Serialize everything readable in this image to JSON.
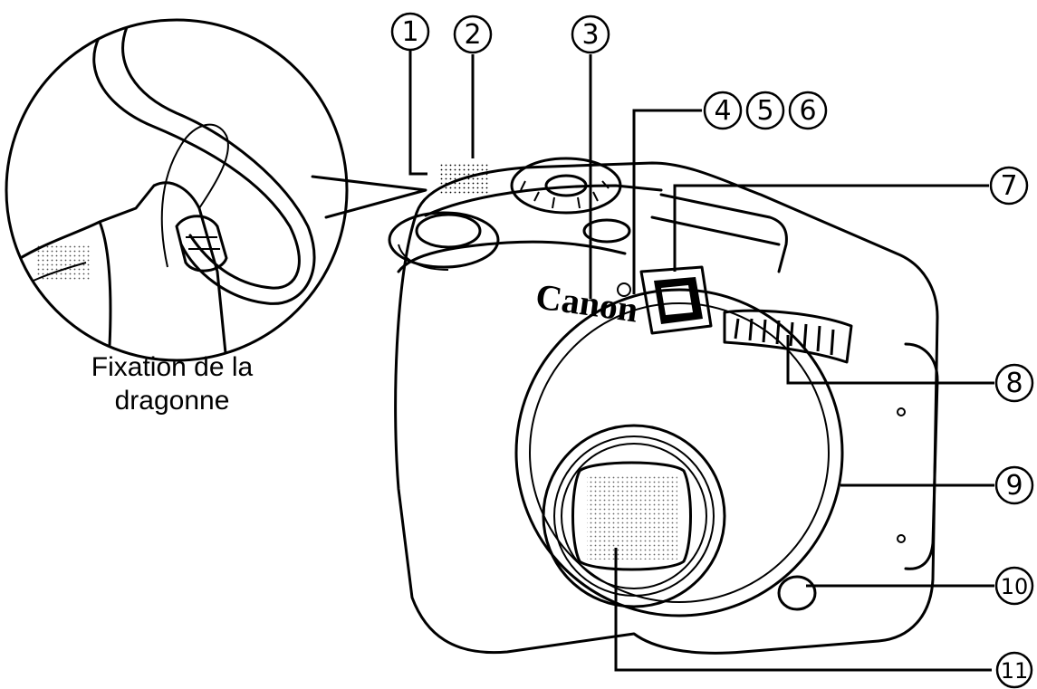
{
  "inset": {
    "caption_line1": "Fixation de la",
    "caption_line2": "dragonne"
  },
  "camera": {
    "brand_logo": "Canon"
  },
  "callouts": [
    {
      "label": "1"
    },
    {
      "label": "2"
    },
    {
      "label": "3"
    },
    {
      "label": "4"
    },
    {
      "label": "5"
    },
    {
      "label": "6"
    },
    {
      "label": "7"
    },
    {
      "label": "8"
    },
    {
      "label": "9"
    },
    {
      "label": "10"
    },
    {
      "label": "11"
    }
  ]
}
